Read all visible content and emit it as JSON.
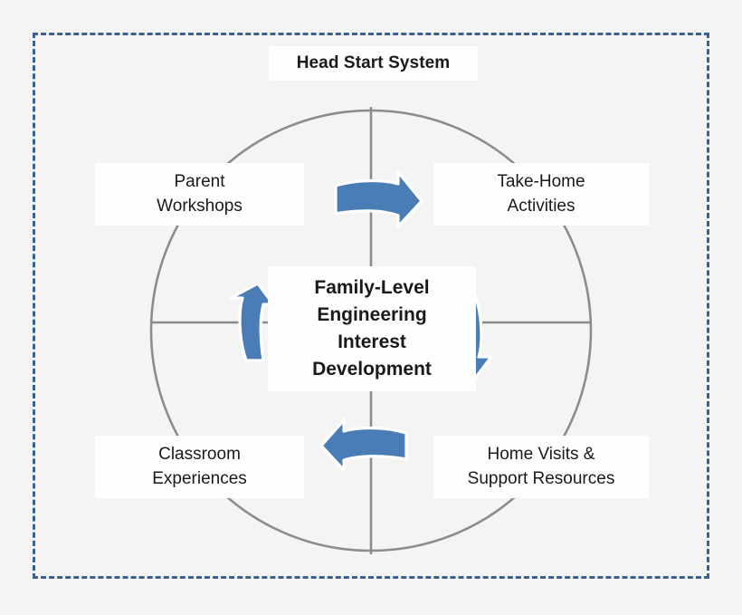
{
  "diagram": {
    "title": "Head Start System",
    "frame_style": "dashed",
    "frame_color": "#3f5f8f",
    "background_color": "#f4f4f4",
    "box_fill_color": "#fefefe",
    "circle_color": "#8c8c8c",
    "arrow_color": "#4a7db5"
  },
  "center": {
    "label": "Family-Level\nEngineering\nInterest\nDevelopment"
  },
  "nodes": [
    {
      "id": "parent-workshops",
      "label": "Parent\nWorkshops",
      "position": "top-left"
    },
    {
      "id": "take-home-activities",
      "label": "Take-Home\nActivities",
      "position": "top-right"
    },
    {
      "id": "classroom-experiences",
      "label": "Classroom\nExperiences",
      "position": "bottom-left"
    },
    {
      "id": "home-visits-support-resources",
      "label": "Home Visits &\nSupport Resources",
      "position": "bottom-right"
    }
  ],
  "arrows": [
    {
      "id": "arrow-top",
      "direction": "right",
      "from": "parent-workshops",
      "to": "take-home-activities"
    },
    {
      "id": "arrow-right",
      "direction": "down",
      "from": "take-home-activities",
      "to": "home-visits-support-resources"
    },
    {
      "id": "arrow-bottom",
      "direction": "left",
      "from": "home-visits-support-resources",
      "to": "classroom-experiences"
    },
    {
      "id": "arrow-left",
      "direction": "up",
      "from": "classroom-experiences",
      "to": "parent-workshops"
    }
  ],
  "chart_data": {
    "type": "diagram",
    "title": "Head Start System",
    "center_node": "Family-Level Engineering Interest Development",
    "cycle_nodes": [
      "Parent Workshops",
      "Take-Home Activities",
      "Home Visits & Support Resources",
      "Classroom Experiences"
    ],
    "cycle_direction": "clockwise",
    "container_label": "Head Start System"
  }
}
